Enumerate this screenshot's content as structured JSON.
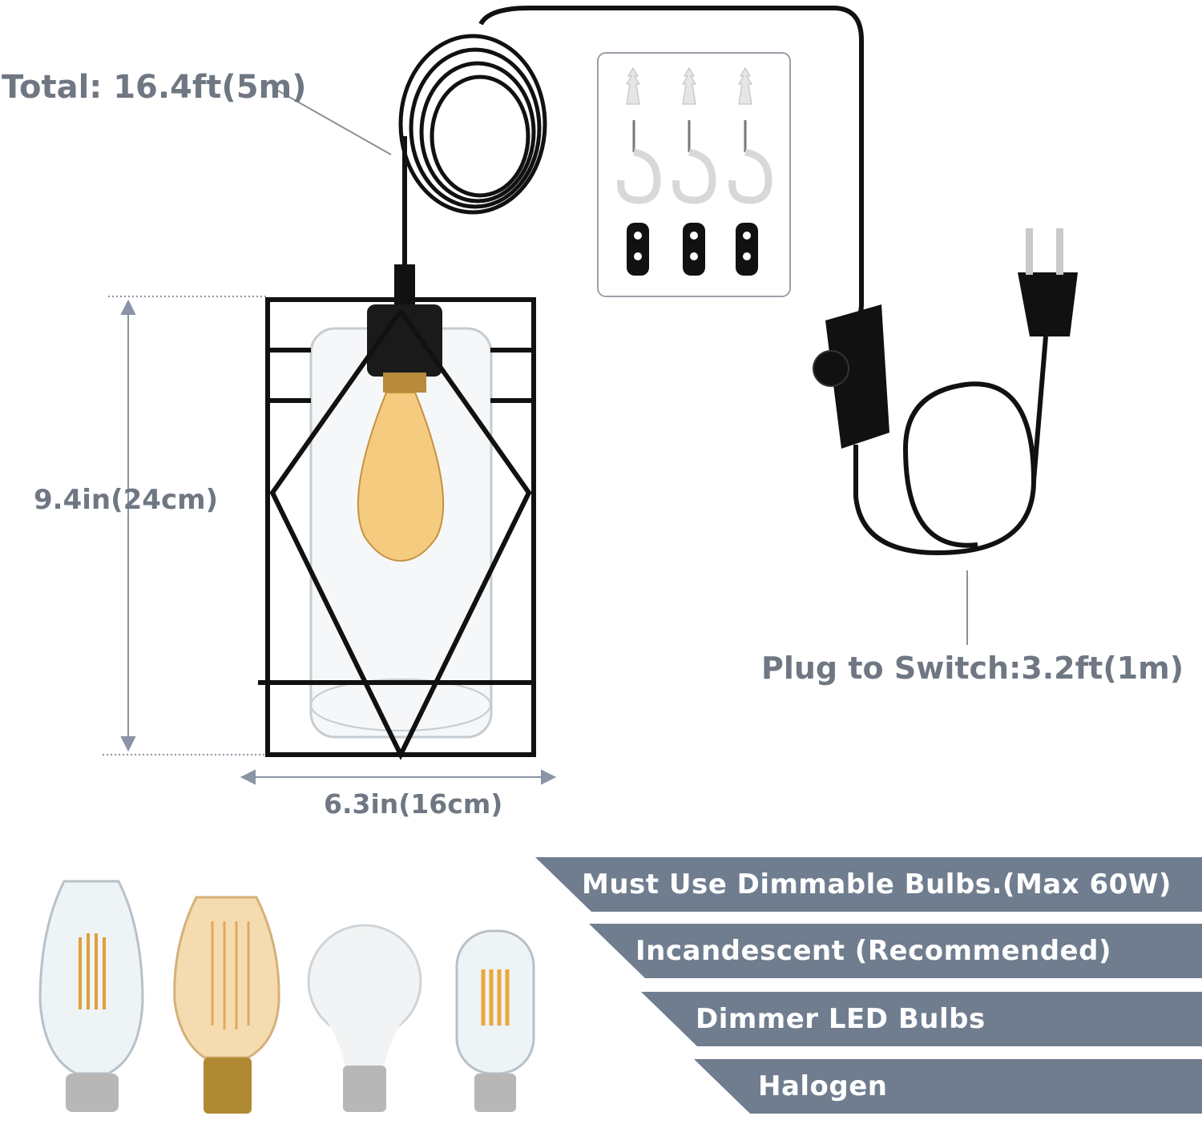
{
  "dimensions": {
    "total_cord": "Total: 16.4ft(5m)",
    "height": "9.4in(24cm)",
    "width": "6.3in(16cm)",
    "plug_to_switch": "Plug to Switch:3.2ft(1m)"
  },
  "bulb_notes": [
    "Must Use Dimmable Bulbs.(Max 60W)",
    "Incandescent (Recommended)",
    "Dimmer LED Bulbs",
    "Halogen"
  ],
  "colors": {
    "label_text": "#6f7783",
    "band_bg": "#6f7d8f",
    "band_text": "#ffffff",
    "cord": "#111111"
  }
}
